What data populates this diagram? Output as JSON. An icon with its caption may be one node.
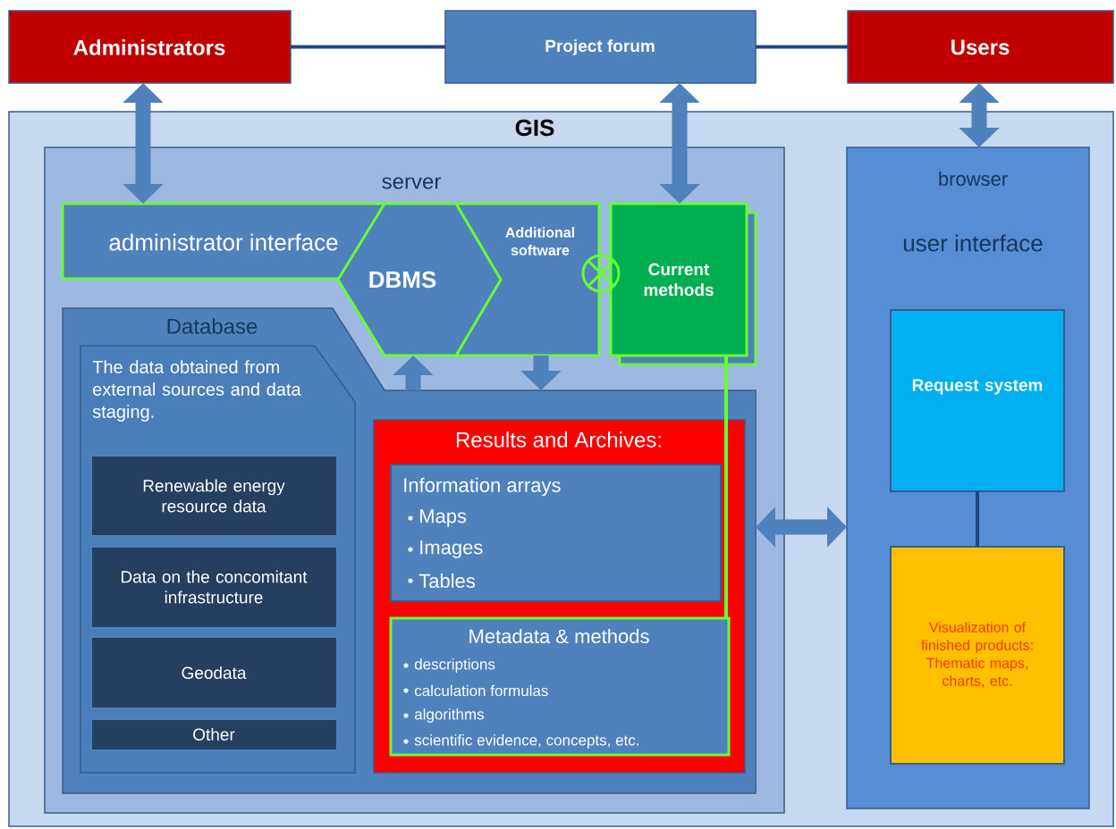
{
  "diagram": {
    "nodes": [
      {
        "text": [
          "Administrators"
        ]
      },
      {
        "text": [
          "Project forum"
        ]
      },
      {
        "text": [
          "Users"
        ]
      },
      {
        "text": [
          "GIS"
        ]
      },
      {
        "text": [
          "server"
        ],
        "in": 3
      },
      {
        "text": [
          "administrator interface"
        ],
        "in": 4
      },
      {
        "text": [
          "DBMS"
        ],
        "in": 4
      },
      {
        "text": [
          "Additional software"
        ],
        "in": 4
      },
      {
        "text": [
          "Current methods"
        ],
        "in": 4
      },
      {
        "text": [
          "Database"
        ],
        "in": 4
      },
      {
        "text": [
          "The data obtained from external sources and data staging."
        ],
        "in": 9
      },
      {
        "text": [
          "Renewable energy resource data"
        ],
        "in": 10
      },
      {
        "text": [
          "Data on the concomitant infrastructure"
        ],
        "in": 10
      },
      {
        "text": [
          "Geodata"
        ],
        "in": 10
      },
      {
        "text": [
          "Other"
        ],
        "in": 10
      },
      {
        "text": [
          "Results and Archives:"
        ],
        "in": 9
      },
      {
        "text": [
          "Information arrays",
          "Maps",
          "Images",
          "Tables"
        ],
        "in": 15
      },
      {
        "text": [
          "Metadata & methods",
          "descriptions",
          "calculation formulas",
          "algorithms",
          "scientific evidence, concepts, etc."
        ],
        "in": 15
      },
      {
        "text": [
          "browser",
          "user interface"
        ],
        "in": 3
      },
      {
        "text": [
          "Request system"
        ],
        "in": 18
      },
      {
        "text": [
          "Visualization of finished products: Thematic maps, charts, etc."
        ],
        "in": 18
      }
    ],
    "edges": [
      {
        "from": 0,
        "to": 1,
        "arrow": "none",
        "color": "#1f497d"
      },
      {
        "from": 1,
        "to": 2,
        "arrow": "none",
        "color": "#1f497d"
      },
      {
        "from": 0,
        "to": 5,
        "arrow": "both"
      },
      {
        "from": 1,
        "to": 8,
        "arrow": "both"
      },
      {
        "from": 2,
        "to": 18,
        "arrow": "both"
      },
      {
        "from": 9,
        "to": 6,
        "arrow": "to"
      },
      {
        "from": 7,
        "to": 9,
        "arrow": "to"
      },
      {
        "from": 8,
        "to": 17,
        "arrow": "none",
        "color": "#66ff33"
      },
      {
        "from": 9,
        "to": 18,
        "arrow": "both"
      },
      {
        "from": 19,
        "to": 20,
        "arrow": "none",
        "color": "#1f497d"
      }
    ]
  }
}
